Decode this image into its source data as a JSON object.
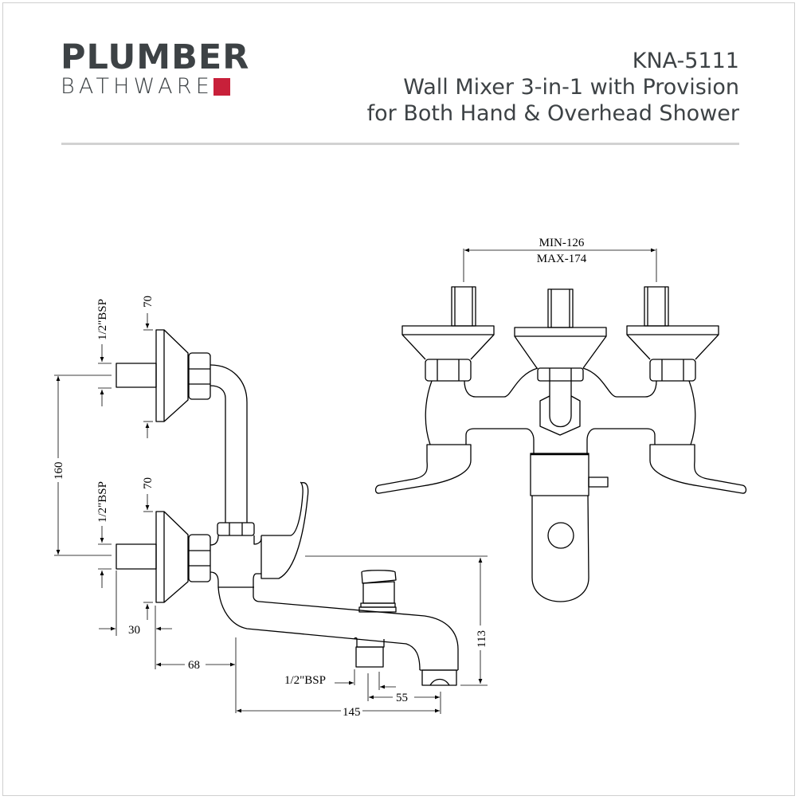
{
  "brand": {
    "name_top": "PLUMBER",
    "name_bottom": "BATHWARE",
    "accent_color": "#c8203a",
    "text_color": "#3d4245"
  },
  "product": {
    "code": "KNA-5111",
    "title_line1": "Wall Mixer 3-in-1 with Provision",
    "title_line2": "for Both Hand & Overhead Shower"
  },
  "side_view": {
    "upper_depth": "70",
    "upper_thread": "1/2\"BSP",
    "inlet_spacing": "160",
    "lower_depth": "70",
    "lower_thread": "1/2\"BSP",
    "stub_length": "30",
    "wall_to_spout_bend": "68",
    "spout_reach": "145",
    "outlet_thread": "1/2\"BSP",
    "outlet_offset": "55",
    "spout_height": "113"
  },
  "front_view": {
    "centers_min": "MIN-126",
    "centers_max": "MAX-174"
  }
}
